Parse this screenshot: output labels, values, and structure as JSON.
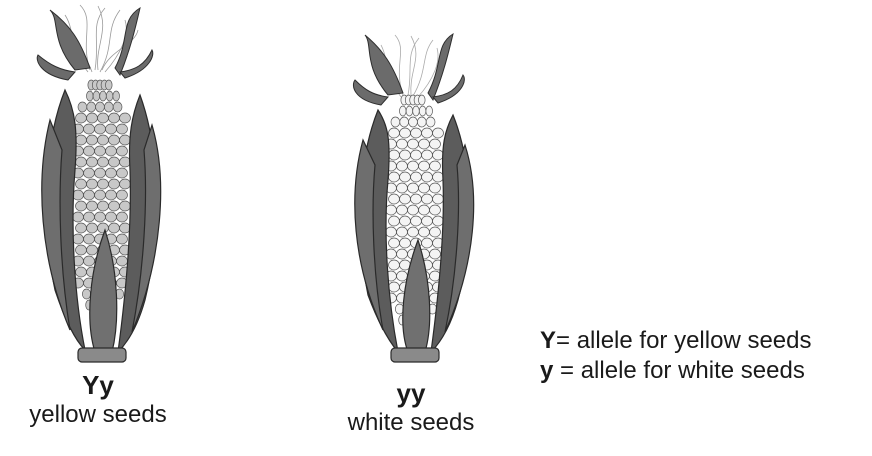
{
  "cobs": [
    {
      "genotype": "Yy",
      "phenotype": "yellow seeds"
    },
    {
      "genotype": "yy",
      "phenotype": "white seeds"
    }
  ],
  "legend": [
    {
      "symbol": "Y",
      "text": "= allele for yellow seeds"
    },
    {
      "symbol": "y",
      "text": " = allele for white seeds"
    }
  ],
  "colors": {
    "husk_dark": "#555555",
    "husk_mid": "#7a7a7a",
    "yellow_kernel": "#c8c8c8",
    "white_kernel": "#f4f4f4"
  }
}
